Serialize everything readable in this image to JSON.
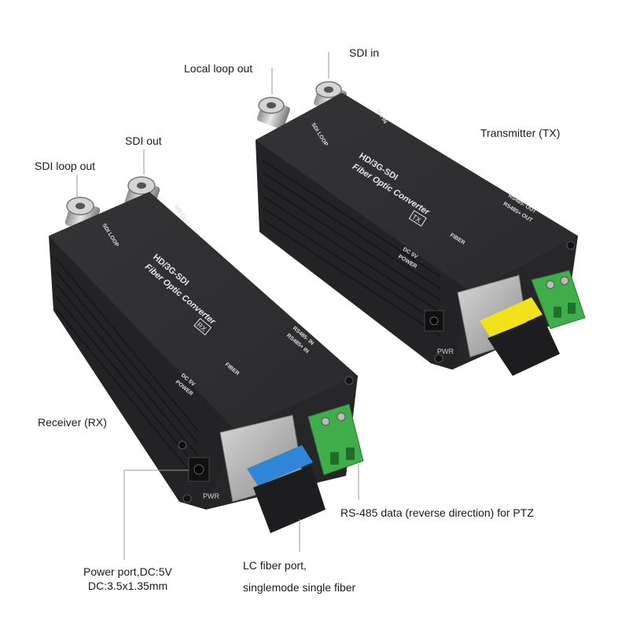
{
  "callouts": {
    "local_loop_out": "Local loop out",
    "sdi_in": "SDI in",
    "transmitter": "Transmitter (TX)",
    "sdi_out": "SDI out",
    "sdi_loop_out": "SDI loop out",
    "receiver": "Receiver (RX)",
    "rs485": "RS-485 data (reverse direction) for PTZ",
    "power_line1": "Power port,DC:5V",
    "power_line2": "DC:3.5x1.35mm",
    "lc_line1": "LC fiber port,",
    "lc_line2": "singlemode single fiber"
  },
  "tx_unit": {
    "model": "HD/3G-SDI",
    "product": "Fiber Optic Converter",
    "badge": "TX",
    "port_sdi_in": "SDI IN",
    "port_sdi_loop": "SDI LOOP",
    "rs485_minus": "RS485- OUT",
    "rs485_plus": "RS485+ OUT",
    "fiber": "FIBER",
    "dc": "DC 5V",
    "power": "POWER",
    "pwr": "PWR",
    "sfp_latch_color": "#f2e21c"
  },
  "rx_unit": {
    "model": "HD/3G-SDI",
    "product": "Fiber Optic Converter",
    "badge": "RX",
    "port_sdi_out": "SDI OUT",
    "port_sdi_loop": "SDI LOOP",
    "rs485_minus": "RS485- IN",
    "rs485_plus": "RS485+ IN",
    "fiber": "FIBER",
    "dc": "DC 5V",
    "power": "POWER",
    "pwr": "PWR",
    "sfp_latch_color": "#2f86d6"
  },
  "colors": {
    "housing": "#2b2b2d",
    "housing_top": "#3a3a3c",
    "terminal_block": "#3fae4a",
    "connector_metal": "#c9c9c9"
  }
}
